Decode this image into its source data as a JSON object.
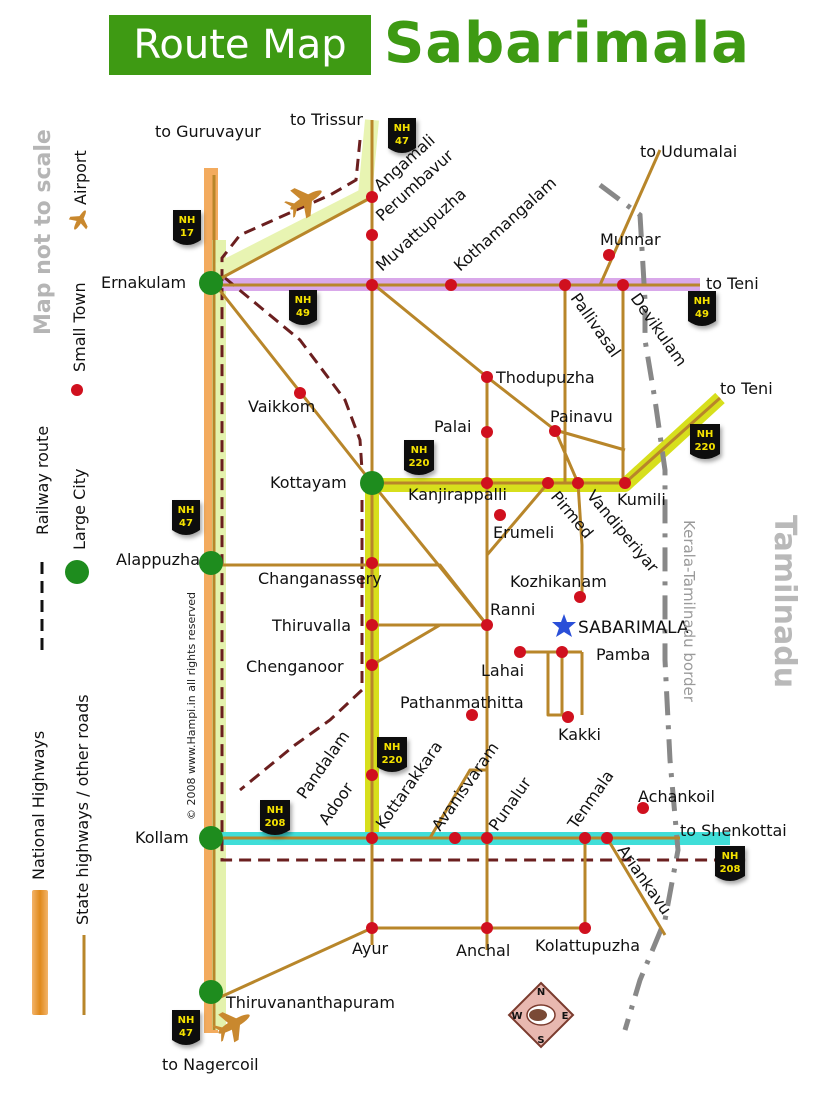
{
  "title": {
    "boxed": "Route Map",
    "main": "Sabarimala"
  },
  "note": "Map not to scale",
  "copyright": "© 2008 www.Hampi.in all rights reserved",
  "state_label": "Tamilnadu",
  "border_label": "Kerala-Tamilnadu border",
  "legend": {
    "airport": "Airport",
    "small_town": "Small Town",
    "railway": "Railway route",
    "large_city": "Large City",
    "national_highways": "National Highways",
    "state_highways": "State highways / other roads"
  },
  "colors": {
    "title_green": "#3e9a13",
    "road": "#b8862a",
    "town": "#d0101e",
    "city": "#1e8c1e",
    "nh47": "#e8f4b2",
    "nh49": "#d9a8ea",
    "nh220": "#d7df1c",
    "nh208": "#40ded8",
    "railway": "#6b1f1f",
    "border": "#888888",
    "star": "#2a4fd8"
  },
  "compass": [
    "N",
    "E",
    "S",
    "W"
  ],
  "places": {
    "to_trissur": "to Trissur",
    "to_guruvayur": "to Guruvayur",
    "angamali": "Angamali",
    "perumbavur": "Perumbavur",
    "muvattupuzha": "Muvattupuzha",
    "kothamangalam": "Kothamangalam",
    "to_udumalai": "to Udumalai",
    "munnar": "Munnar",
    "ernakulam": "Ernakulam",
    "to_teni_1": "to Teni",
    "pallivasal": "Pallivasal",
    "devikulam": "Devikulam",
    "to_teni_2": "to Teni",
    "vaikkom": "Vaikkom",
    "thodupuzha": "Thodupuzha",
    "palai": "Palai",
    "painavu": "Painavu",
    "kottayam": "Kottayam",
    "kanjirappalli": "Kanjirappalli",
    "pirmed": "Pirmed",
    "vandiperiyar": "Vandiperiyar",
    "kumili": "Kumili",
    "erumeli": "Erumeli",
    "alappuzha": "Alappuzha",
    "changanassery": "Changanassery",
    "kozhikanam": "Kozhikanam",
    "thiruvalla": "Thiruvalla",
    "ranni": "Ranni",
    "sabarimala": "SABARIMALA",
    "chenganoor": "Chenganoor",
    "lahai": "Lahai",
    "pamba": "Pamba",
    "pathanmathitta": "Pathanmathitta",
    "kakki": "Kakki",
    "pandalam": "Pandalam",
    "adoor": "Adoor",
    "kottarakkara": "Kottarakkara",
    "avanisvaram": "Avanisvaram",
    "punalur": "Punalur",
    "tenmala": "Tenmala",
    "achankoil": "Achankoil",
    "kollam": "Kollam",
    "to_shenkottai": "to Shenkottai",
    "ariankavu": "Ariankavu",
    "ayur": "Ayur",
    "anchal": "Anchal",
    "kolattupuzha": "Kolattupuzha",
    "thiruvananthapuram": "Thiruvananthapuram",
    "to_nagercoil": "to Nagercoil"
  },
  "highway_shields": {
    "nh47_top": [
      "NH",
      "47"
    ],
    "nh17": [
      "NH",
      "17"
    ],
    "nh49_left": [
      "NH",
      "49"
    ],
    "nh49_right": [
      "NH",
      "49"
    ],
    "nh220_mid": [
      "NH",
      "220"
    ],
    "nh220_right": [
      "NH",
      "220"
    ],
    "nh47_mid": [
      "NH",
      "47"
    ],
    "nh220_low": [
      "NH",
      "220"
    ],
    "nh208_left": [
      "NH",
      "208"
    ],
    "nh208_right": [
      "NH",
      "208"
    ],
    "nh47_bottom": [
      "NH",
      "47"
    ]
  }
}
